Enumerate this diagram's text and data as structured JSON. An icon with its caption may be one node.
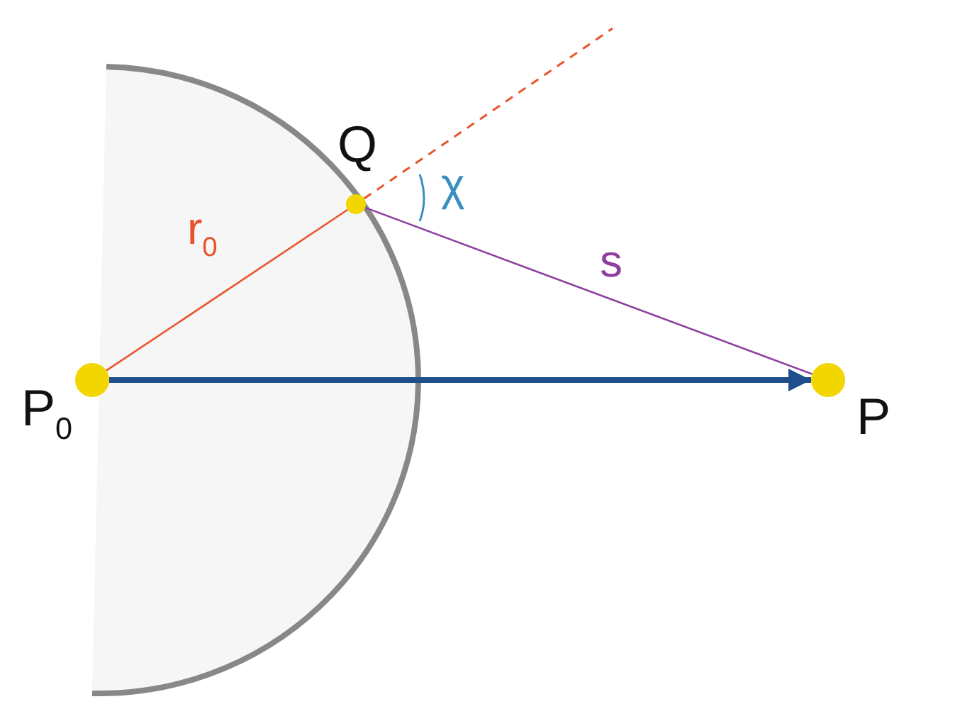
{
  "diagram": {
    "nodes": [
      {
        "text": [
          "P$_{0}$"
        ]
      },
      {
        "text": [
          "Q"
        ]
      },
      {
        "text": [
          "P"
        ]
      }
    ],
    "edges": [
      {
        "from": 0,
        "to": 1,
        "arrow": "none",
        "label": "r$_{0}$",
        "color": "#e8542a"
      },
      {
        "from": 1,
        "to": null,
        "arrow": "none",
        "style": "dashed",
        "color": "#e8542a"
      },
      {
        "from": 1,
        "to": 2,
        "arrow": "none",
        "label": "s",
        "color": "#8e3fa0"
      },
      {
        "from": 0,
        "to": 2,
        "arrow": "to",
        "style": "thick",
        "color": "#1f4e8c"
      }
    ],
    "labels": [
      "χ"
    ]
  }
}
